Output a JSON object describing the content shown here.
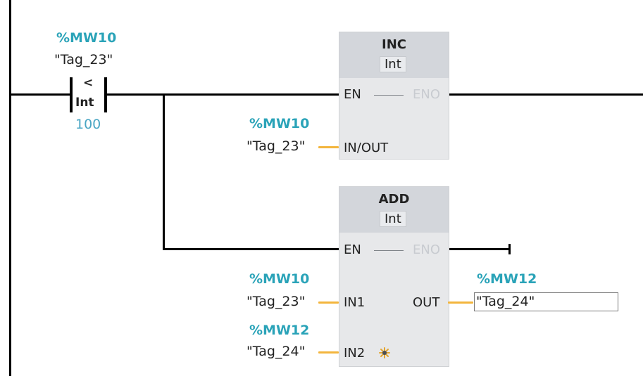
{
  "contact": {
    "address": "%MW10",
    "tag": "\"Tag_23\"",
    "op": "<",
    "type": "Int",
    "value": "100"
  },
  "inc": {
    "title": "INC",
    "type": "Int",
    "en": "EN",
    "eno": "ENO",
    "inout_pin": "IN/OUT",
    "inout_address": "%MW10",
    "inout_tag": "\"Tag_23\""
  },
  "add": {
    "title": "ADD",
    "type": "Int",
    "en": "EN",
    "eno": "ENO",
    "in1_pin": "IN1",
    "in1_address": "%MW10",
    "in1_tag": "\"Tag_23\"",
    "in2_pin": "IN2",
    "in2_address": "%MW12",
    "in2_tag": "\"Tag_24\"",
    "out_pin": "OUT",
    "out_address": "%MW12",
    "out_tag": "\"Tag_24\""
  },
  "colors": {
    "address": "#2aa3b8",
    "wire_yellow": "#f3b53d",
    "block_body": "#e7e8ea",
    "block_header": "#d3d6db"
  },
  "icons": {
    "add_input": "sparkle-icon"
  }
}
